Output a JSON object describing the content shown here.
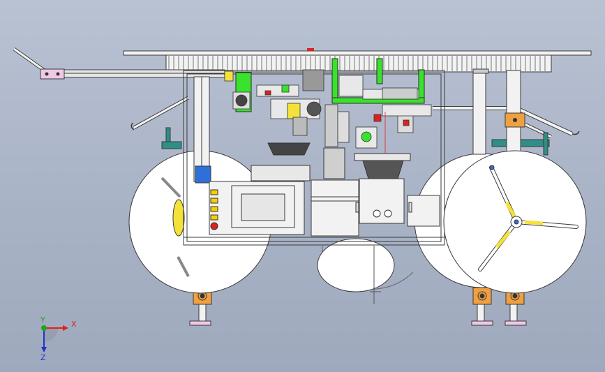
{
  "triad": {
    "x_label": "X",
    "y_label": "Y",
    "z_label": "Z",
    "x_color": "#e0201c",
    "y_color": "#1fa51f",
    "z_color": "#2233cc"
  },
  "colors": {
    "background": "#aab4c7",
    "frame": "#f2f2f2",
    "outline": "#3a3a3a",
    "green_part": "#39e22c",
    "orange_part": "#f0a040",
    "yellow_part": "#f4e23a",
    "pink_part": "#f0c8e6",
    "teal_part": "#2f8f86",
    "button_red": "#e02020",
    "button_yellow": "#f4d000",
    "blue_part": "#2f6fd8"
  },
  "icons": {
    "indicator_buttons": [
      "yellow",
      "yellow",
      "yellow",
      "yellow",
      "red"
    ],
    "reel_count": 4,
    "screen_icon": "hmi-screen-icon"
  }
}
